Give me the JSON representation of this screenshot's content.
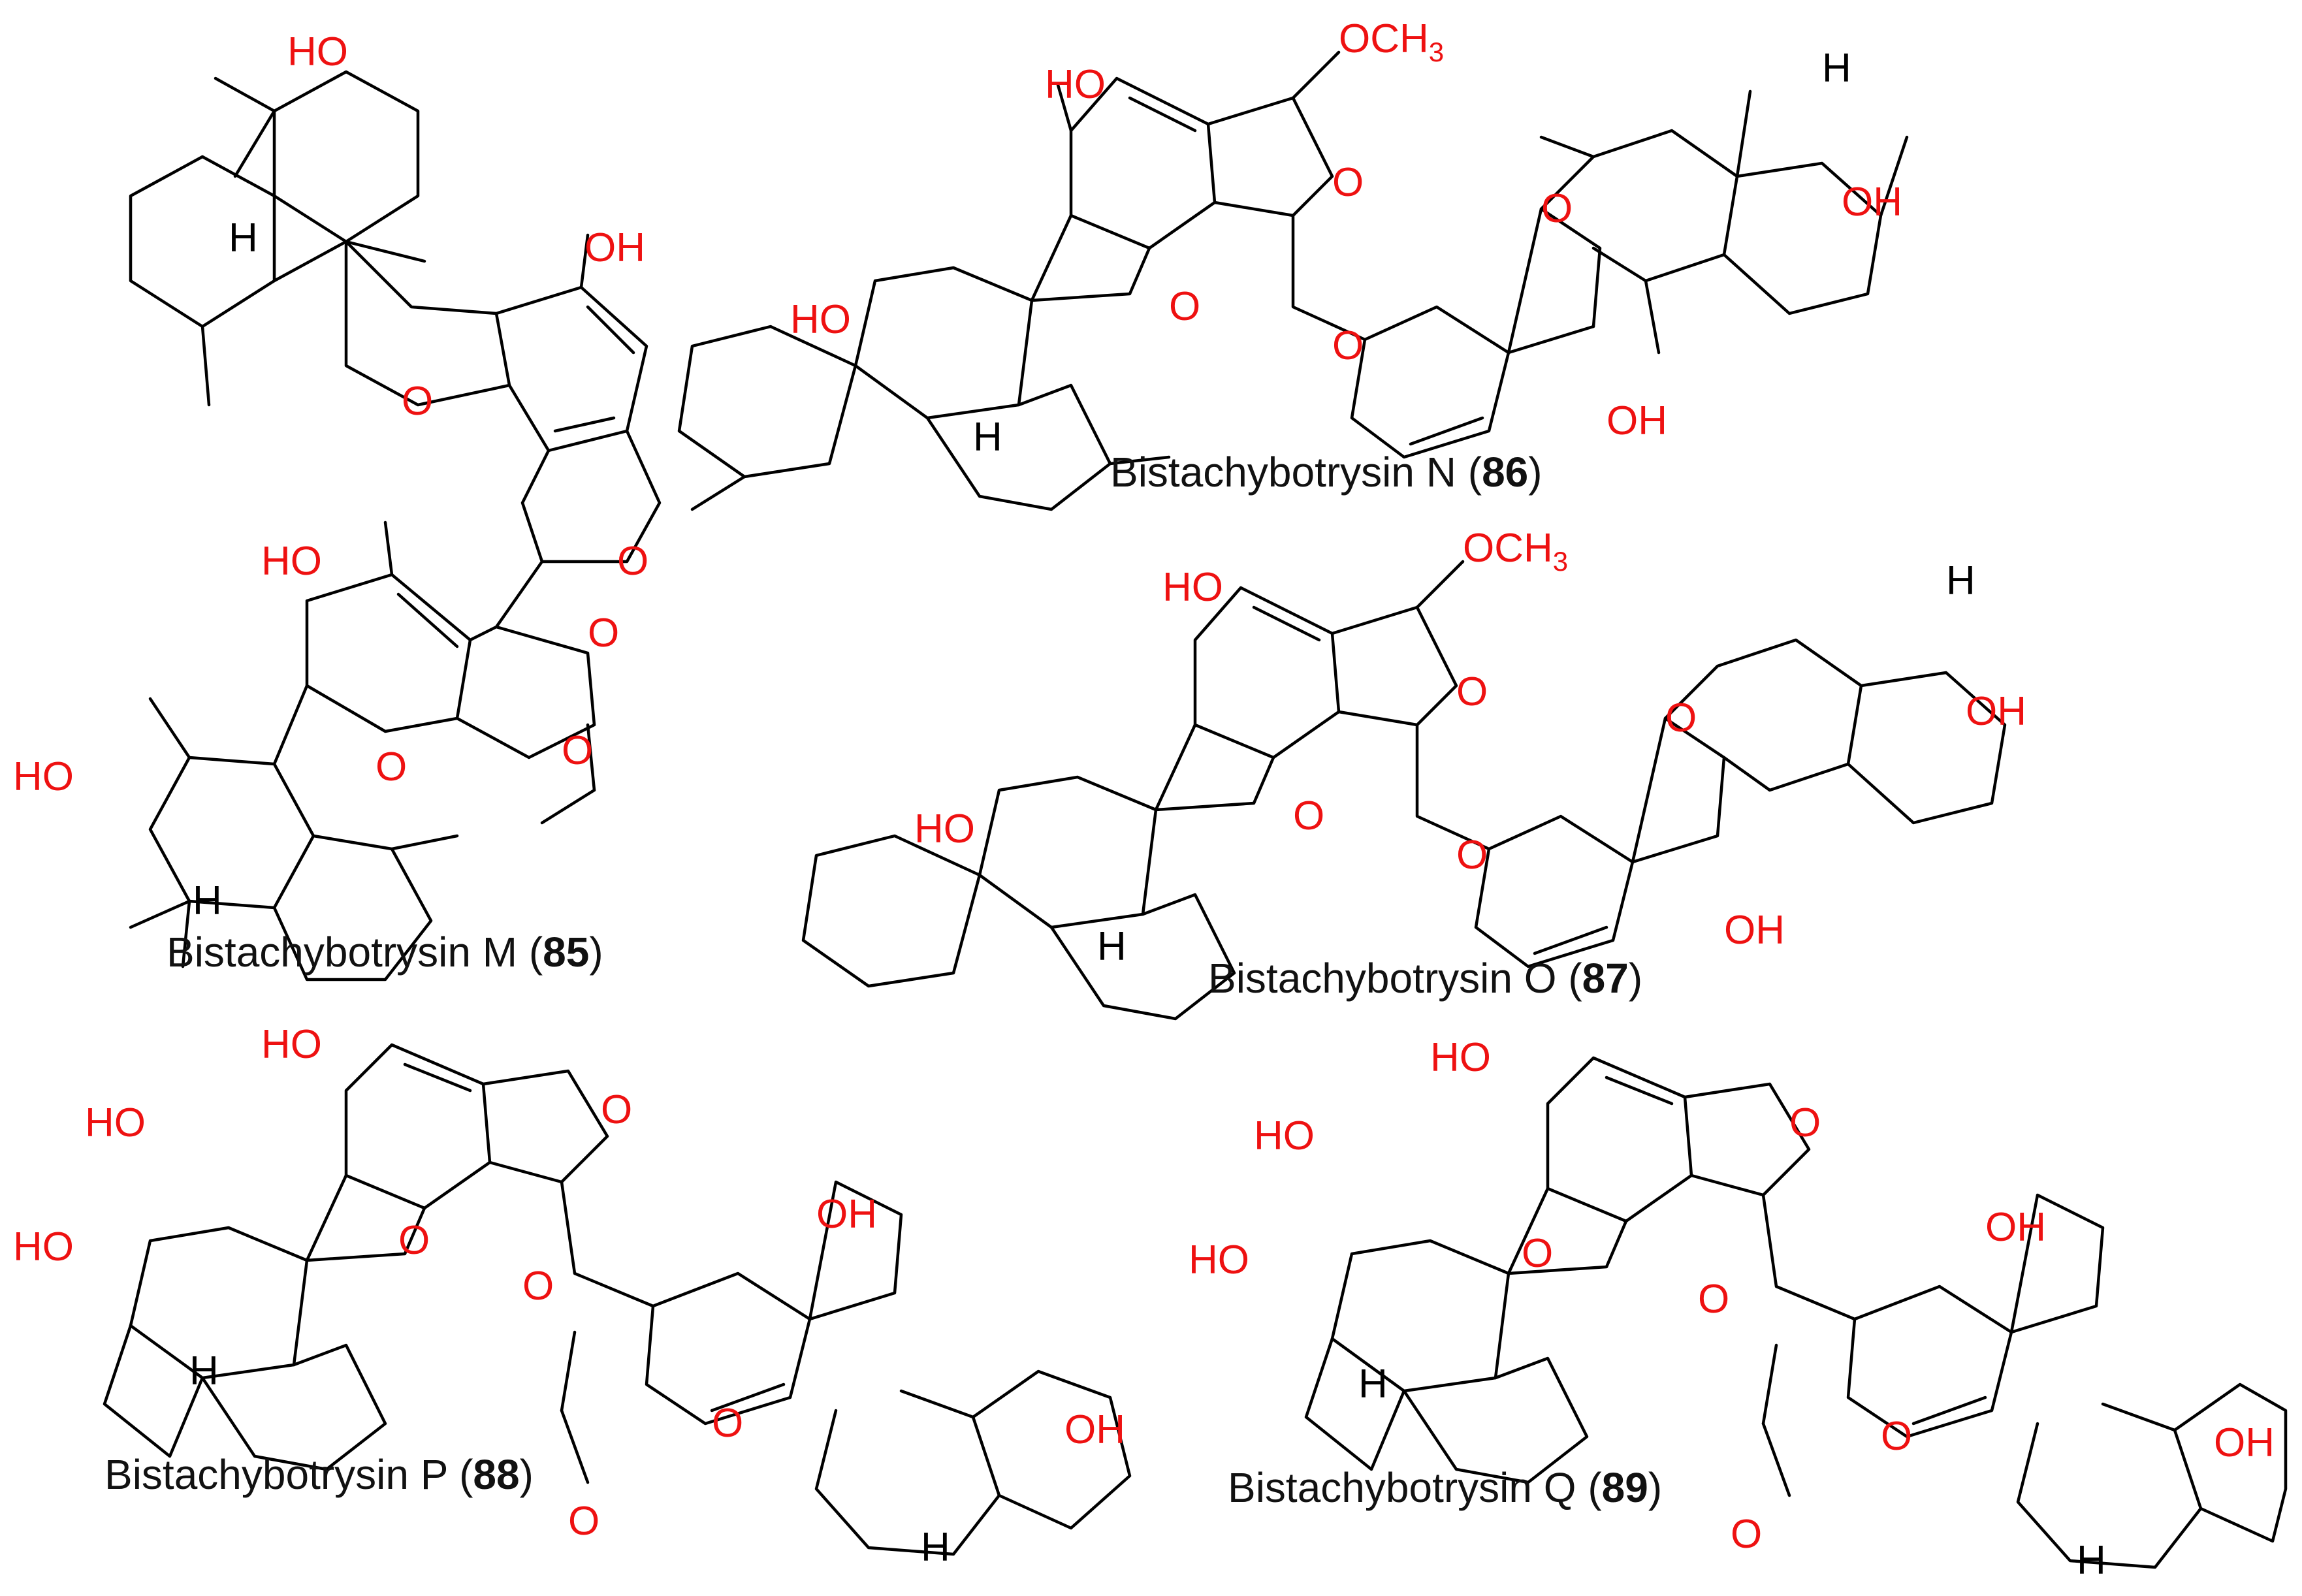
{
  "figure": {
    "colors": {
      "heteroatom": "#ee1111",
      "bond": "#000000",
      "caption": "#111111"
    },
    "atom_labels": {
      "OH": "OH",
      "HO": "HO",
      "O": "O",
      "H": "H",
      "OCH": "OCH",
      "sub3": "3"
    },
    "compounds": [
      {
        "id": "m85",
        "caption_prefix": "Bistachybotrysin M (",
        "number": "85",
        "caption_suffix": ")"
      },
      {
        "id": "n86",
        "caption_prefix": "Bistachybotrysin N (",
        "number": "86",
        "caption_suffix": ")"
      },
      {
        "id": "o87",
        "caption_prefix": "Bistachybotrysin O (",
        "number": "87",
        "caption_suffix": ")"
      },
      {
        "id": "p88",
        "caption_prefix": "Bistachybotrysin P (",
        "number": "88",
        "caption_suffix": ")"
      },
      {
        "id": "q89",
        "caption_prefix": "Bistachybotrysin Q (",
        "number": "89",
        "caption_suffix": ")"
      }
    ]
  }
}
